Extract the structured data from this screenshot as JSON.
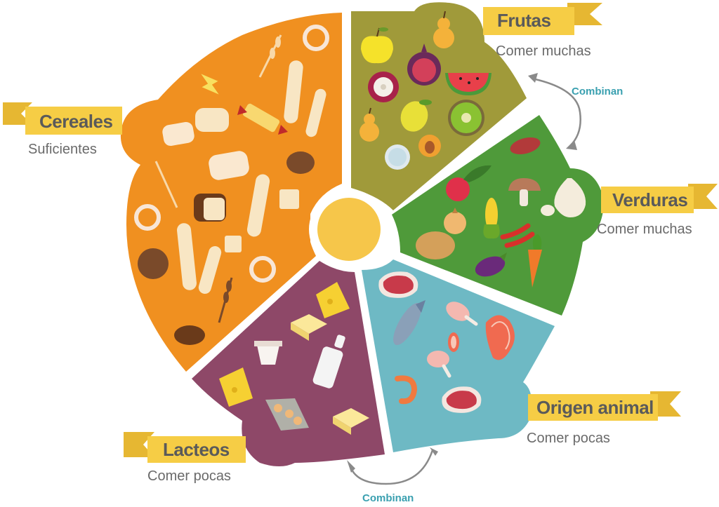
{
  "groups": {
    "frutas": {
      "name": "Frutas",
      "amount": "Comer muchas",
      "color": "#a09a3a"
    },
    "verduras": {
      "name": "Verduras",
      "amount": "Comer muchas",
      "color": "#4f9a3a"
    },
    "animal": {
      "name": "Origen animal",
      "amount": "Comer pocas",
      "color": "#6eb9c4"
    },
    "lacteos": {
      "name": "Lacteos",
      "amount": "Comer pocas",
      "color": "#8e4868"
    },
    "cereales": {
      "name": "Cereales",
      "amount": "Suficientes",
      "color": "#f09020"
    }
  },
  "combine": {
    "top": "Combinan",
    "bottom": "Combinan",
    "color": "#3aa0b0"
  },
  "ribbon_color": "#f6cd45",
  "center_color": "#f6c64a",
  "icons": {
    "frutas": [
      "apple-icon",
      "pear-icon",
      "fig-icon",
      "mangosteen-icon",
      "watermelon-icon",
      "lemon-icon",
      "kiwi-icon",
      "pear-icon",
      "apricot-icon",
      "coconut-icon"
    ],
    "verduras": [
      "sweet-potato-icon",
      "beet-icon",
      "mushroom-icon",
      "garlic-icon",
      "onion-icon",
      "corn-icon",
      "chili-icon",
      "potato-icon",
      "eggplant-icon",
      "carrot-icon"
    ],
    "animal": [
      "steak-icon",
      "fish-icon",
      "chicken-leg-icon",
      "salmon-steak-icon",
      "salmon-slice-icon",
      "chicken-leg-icon",
      "shrimp-icon",
      "steak-icon"
    ],
    "lacteos": [
      "cheese-icon",
      "butter-icon",
      "yogurt-icon",
      "milk-bottle-icon",
      "cheese-icon",
      "eggs-icon",
      "butter-icon"
    ],
    "cereales": [
      "pretzel-icon",
      "wheat-icon",
      "pasta-icon",
      "bread-icon",
      "candy-icon",
      "baguette-icon",
      "bread-slices-icon",
      "roll-icon",
      "loaf-icon",
      "cracker-icon",
      "croissant-icon"
    ]
  }
}
